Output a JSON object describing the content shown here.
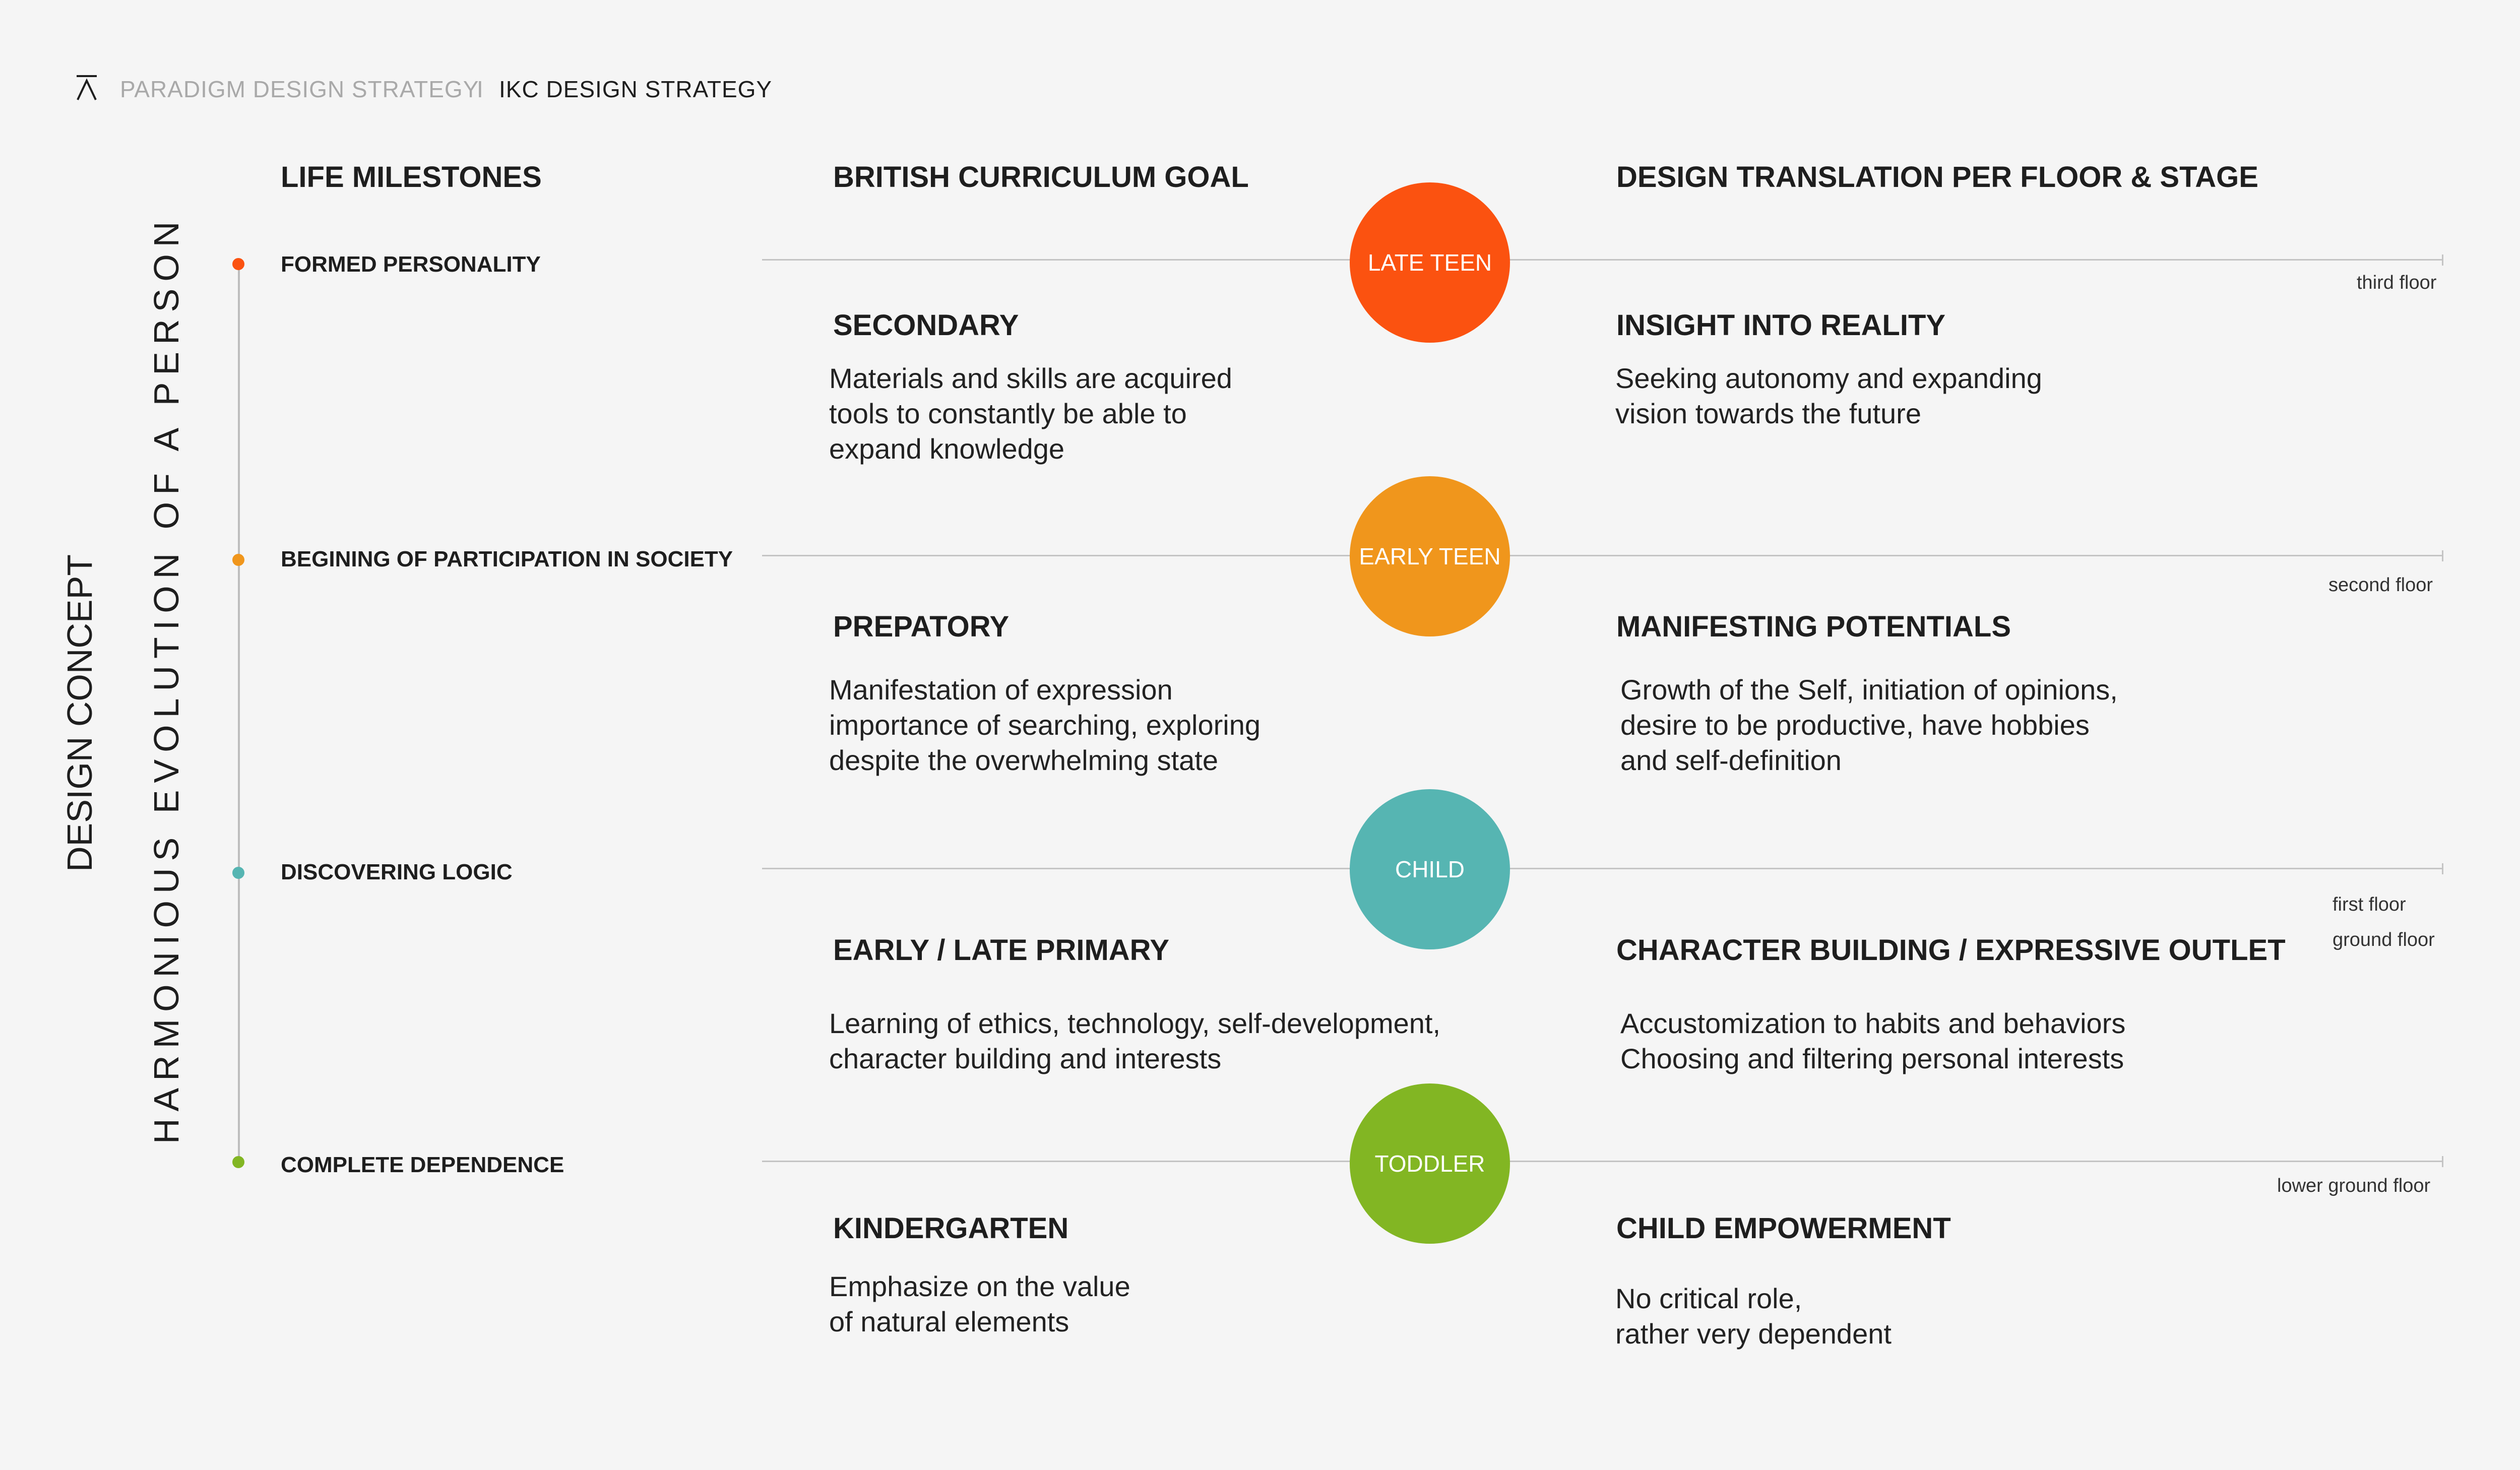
{
  "header": {
    "breadcrumb_parent": "PARADIGM DESIGN STRATEGY",
    "breadcrumb_separator": "I",
    "breadcrumb_current": "IKC DESIGN STRATEGY",
    "logo_icon": "logo-icon"
  },
  "side_titles": {
    "concept": "DESIGN CONCEPT",
    "theme": "HARMONIOUS EVOLUTION OF A PERSON"
  },
  "columns": {
    "milestones": "LIFE MILESTONES",
    "curriculum": "BRITISH CURRICULUM GOAL",
    "design": "DESIGN TRANSLATION PER FLOOR & STAGE"
  },
  "rows": [
    {
      "milestone": "FORMED PERSONALITY",
      "color": "#fb5210",
      "stage": "LATE TEEN",
      "floor": "third floor",
      "curriculum_title": "SECONDARY",
      "curriculum_lines": [
        "Materials and skills are acquired",
        "tools to constantly be able to",
        "expand knowledge"
      ],
      "design_title": "INSIGHT INTO REALITY",
      "design_lines": [
        "Seeking autonomy and expanding",
        "vision towards the future"
      ]
    },
    {
      "milestone": "BEGINING OF PARTICIPATION IN SOCIETY",
      "color": "#f0961c",
      "stage": "EARLY TEEN",
      "floor": "second floor",
      "curriculum_title": "PREPATORY",
      "curriculum_lines": [
        "Manifestation of expression",
        "importance of searching, exploring",
        "despite the overwhelming state"
      ],
      "design_title": "MANIFESTING POTENTIALS",
      "design_lines": [
        "Growth of the Self, initiation of opinions,",
        "desire to be productive, have hobbies",
        "and self-definition"
      ]
    },
    {
      "milestone": "DISCOVERING LOGIC",
      "color": "#56b5b2",
      "stage": "CHILD",
      "floor": "first floor",
      "floor2": "ground floor",
      "curriculum_title": "EARLY / LATE PRIMARY",
      "curriculum_lines": [
        "Learning of ethics, technology, self-development,",
        "character building and interests"
      ],
      "design_title": "CHARACTER BUILDING / EXPRESSIVE OUTLET",
      "design_lines": [
        "Accustomization to habits and behaviors",
        "Choosing and filtering personal interests"
      ]
    },
    {
      "milestone": "COMPLETE DEPENDENCE",
      "color": "#82b623",
      "stage": "TODDLER",
      "floor": "lower ground floor",
      "curriculum_title": "KINDERGARTEN",
      "curriculum_lines": [
        "Emphasize on the value",
        "of natural elements"
      ],
      "design_title": "CHILD EMPOWERMENT",
      "design_lines": [
        "No critical role,",
        "rather very dependent"
      ]
    }
  ]
}
